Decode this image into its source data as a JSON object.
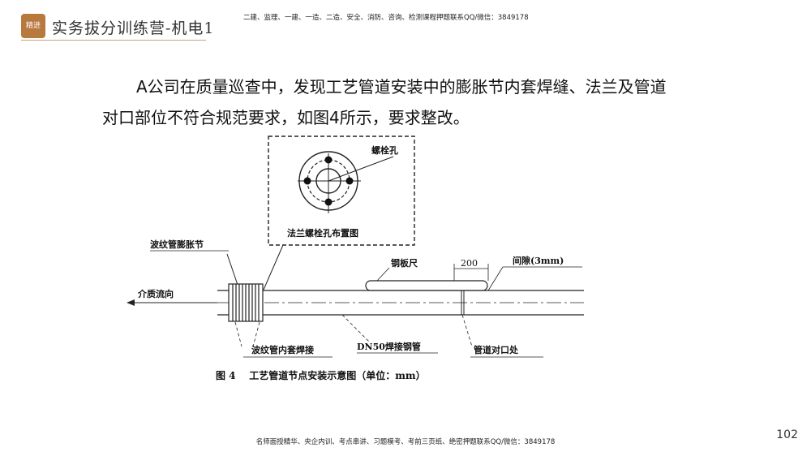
{
  "header": {
    "logo_text": "精进",
    "title": "实务拔分训练营-机电1",
    "note": "二建、监理、一建、一造、二造、安全、消防、咨询、检测课程押题联系QQ/微信：3849178"
  },
  "body": {
    "paragraph": "A公司在质量巡查中，发现工艺管道安装中的膨胀节内套焊缝、法兰及管道对口部位不符合规范要求，如图4所示，要求整改。"
  },
  "figure": {
    "bolt_hole_label": "螺栓孔",
    "inset_caption": "法兰螺栓孔布置图",
    "bellows_label": "波纹管膨胀节",
    "flow_label": "介质流向",
    "ruler_label": "钢板尺",
    "dimension_label": "200",
    "gap_label": "间隙(3mm)",
    "inner_weld_label": "波纹管内套焊接",
    "pipe_label": "DN50焊接钢管",
    "joint_label": "管道对口处",
    "caption": "图 4    工艺管道节点安装示意图（单位：mm）"
  },
  "footer": {
    "note": "名师面授精华、央企内训、考点串讲、习题模考、考前三页纸、绝密押题联系QQ/微信：3849178",
    "page_number": "102"
  }
}
